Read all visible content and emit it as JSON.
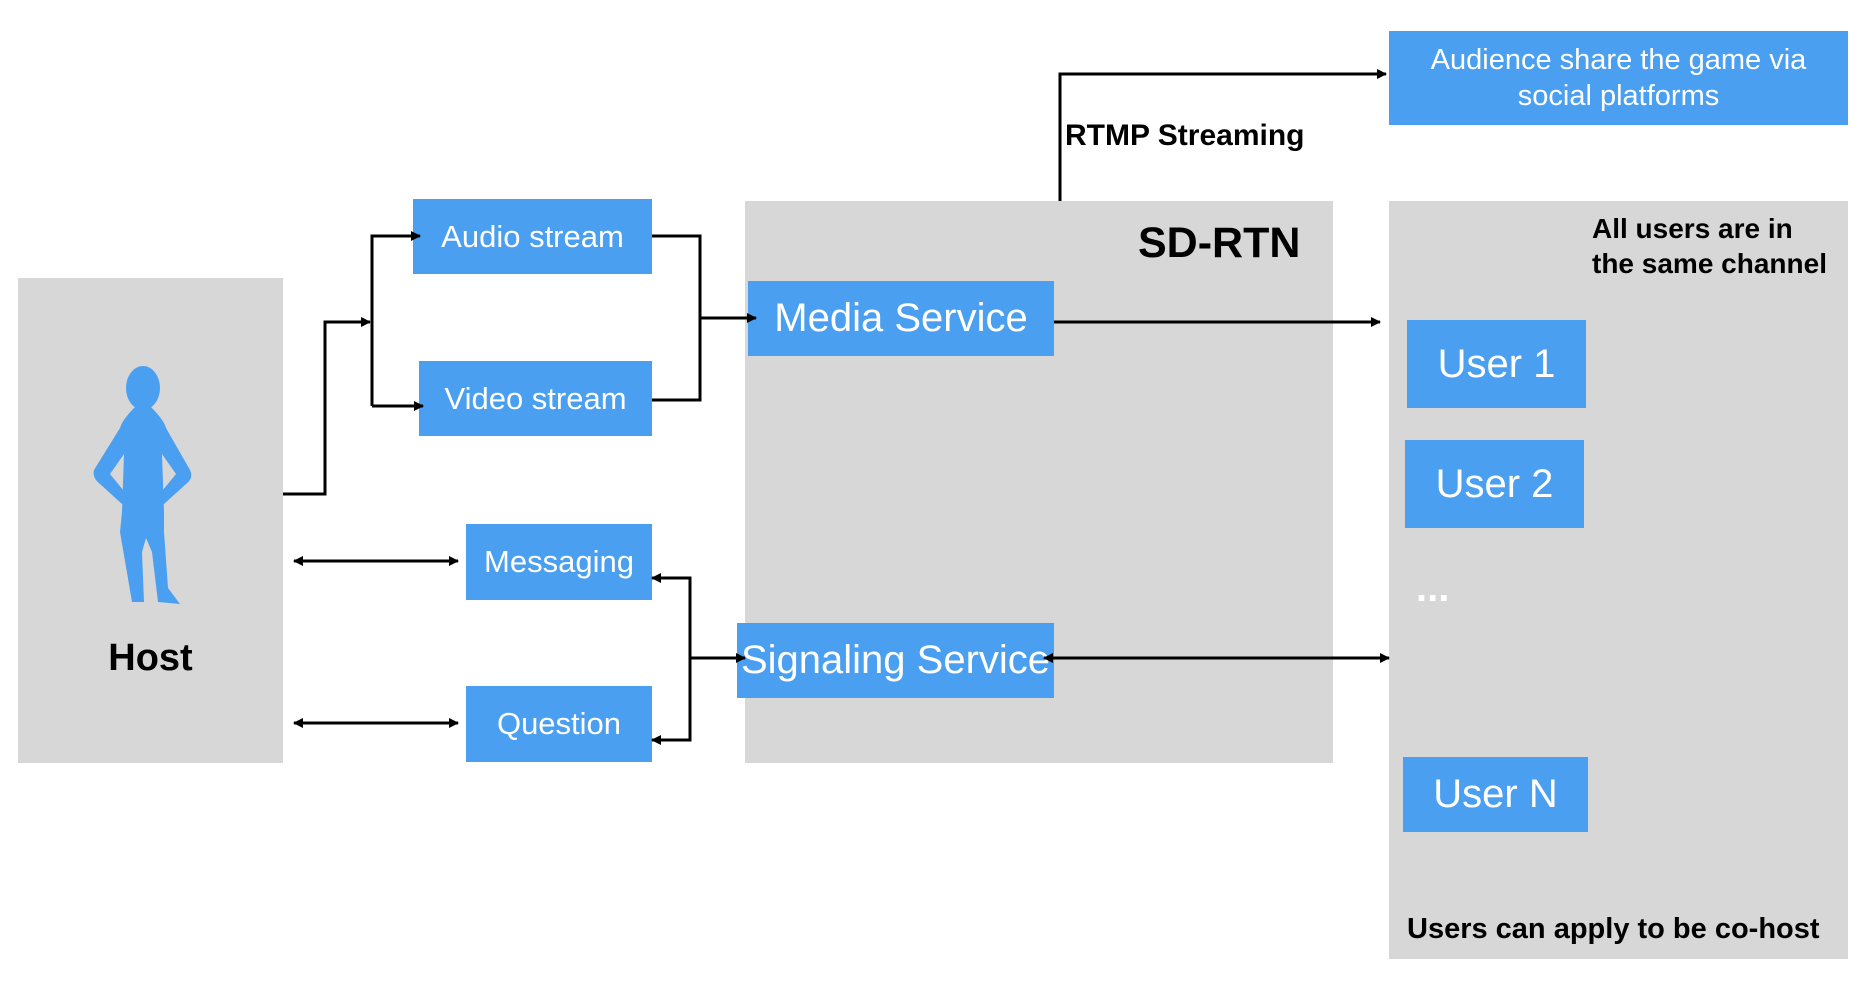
{
  "diagram": {
    "host": {
      "label": "Host",
      "icon": "person-silhouette-icon"
    },
    "streams": {
      "audio": "Audio stream",
      "video": "Video stream",
      "messaging": "Messaging",
      "question": "Question"
    },
    "sdrtn": {
      "title": "SD-RTN",
      "media_service": "Media Service",
      "signaling_service": "Signaling Service"
    },
    "rtmp_label": "RTMP Streaming",
    "audience": {
      "line1": "Audience share the game via",
      "line2": "social platforms"
    },
    "users": {
      "note_line1": "All users are in",
      "note_line2": "the same channel",
      "items": [
        "User 1",
        "User 2",
        "User N"
      ],
      "ellipsis": "...",
      "cohost_note": "Users can apply to be co-host"
    },
    "colors": {
      "box_blue": "#4a9ff0",
      "panel_gray": "#d8d7d8",
      "text_white": "#ffffff",
      "line_black": "#000000"
    }
  }
}
